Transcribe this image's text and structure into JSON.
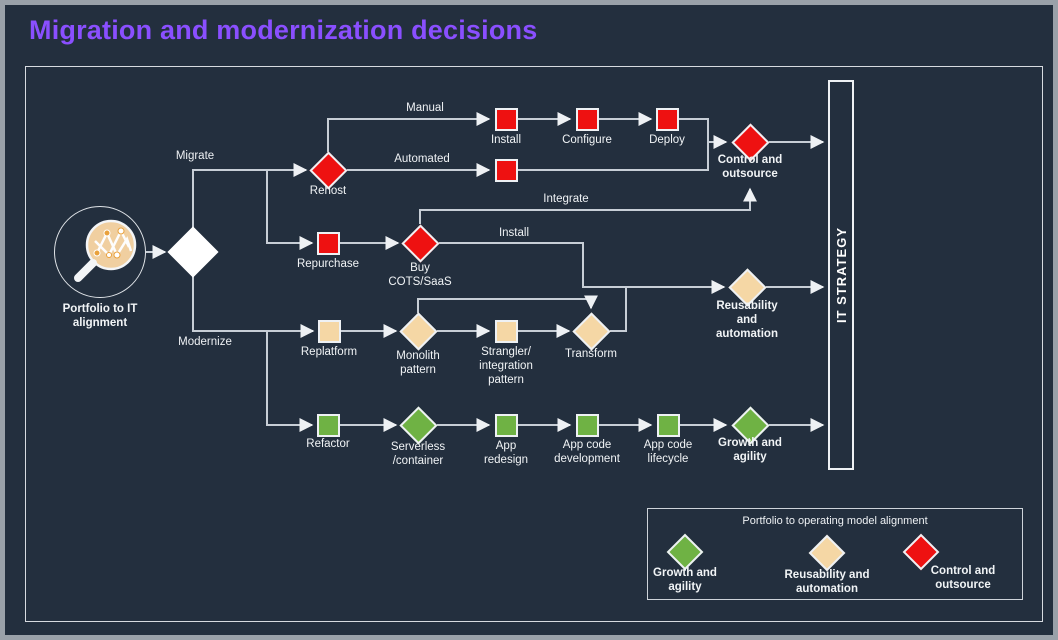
{
  "title": "Migration and modernization decisions",
  "colors": {
    "red": "#ee1111",
    "tan": "#f5d7a5",
    "green": "#6fb244",
    "purple": "#8a4fff",
    "background": "#232f3e",
    "line": "#c7ced6"
  },
  "diagram": {
    "start": {
      "label": "Portfolio to IT\nalignment"
    },
    "edge_labels": {
      "migrate": "Migrate",
      "modernize": "Modernize",
      "manual": "Manual",
      "automated": "Automated",
      "integrate": "Integrate",
      "install": "Install"
    },
    "nodes": {
      "rehost": {
        "label": "Rehost"
      },
      "install_step": {
        "label": "Install"
      },
      "configure": {
        "label": "Configure"
      },
      "deploy": {
        "label": "Deploy"
      },
      "control_outsource": {
        "label": "Control and\noutsource"
      },
      "repurchase": {
        "label": "Repurchase"
      },
      "buy_cots": {
        "label": "Buy\nCOTS/SaaS"
      },
      "reusability": {
        "label": "Reusability\nand\nautomation"
      },
      "replatform": {
        "label": "Replatform"
      },
      "monolith": {
        "label": "Monolith\npattern"
      },
      "strangler": {
        "label": "Strangler/\nintegration\npattern"
      },
      "transform": {
        "label": "Transform"
      },
      "refactor": {
        "label": "Refactor"
      },
      "serverless": {
        "label": "Serverless\n/container"
      },
      "app_redesign": {
        "label": "App\nredesign"
      },
      "app_code_dev": {
        "label": "App code\ndevelopment"
      },
      "app_code_lifecycle": {
        "label": "App code\nlifecycle"
      },
      "growth_agility": {
        "label": "Growth and\nagility"
      }
    },
    "it_strategy": "IT STRATEGY"
  },
  "legend": {
    "title": "Portfolio to operating model alignment",
    "items": [
      {
        "label": "Growth and\nagility",
        "color": "green"
      },
      {
        "label": "Reusability and\nautomation",
        "color": "tan"
      },
      {
        "label": "Control and\noutsource",
        "color": "red"
      }
    ]
  }
}
